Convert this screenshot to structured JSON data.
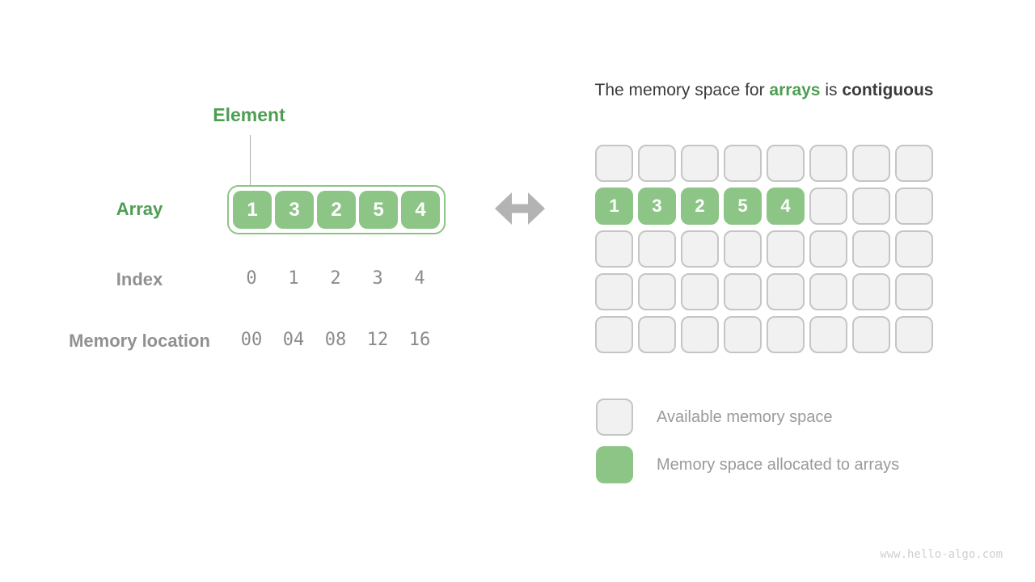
{
  "colors": {
    "green_text": "#4d9e53",
    "green_fill": "#8dc587",
    "gray_label": "#919191",
    "gray_digits": "#8b8b8b",
    "title_text": "#3b3b3b",
    "cell_fill": "#f1f1f1",
    "cell_border": "#c5c5c5",
    "arrow": "#b3b3b3",
    "watermark_text": "#cfcfcf"
  },
  "left": {
    "element_label": "Element",
    "array_label": "Array",
    "index_label": "Index",
    "memory_label": "Memory location",
    "array_values": [
      "1",
      "3",
      "2",
      "5",
      "4"
    ],
    "index_values": [
      "0",
      "1",
      "2",
      "3",
      "4"
    ],
    "memory_values": [
      "00",
      "04",
      "08",
      "12",
      "16"
    ]
  },
  "right": {
    "title": {
      "prefix": "The memory space for ",
      "highlight": "arrays",
      "middle": " is ",
      "emphasis": "contiguous"
    },
    "grid": {
      "rows": 5,
      "cols": 8,
      "allocated_row_index": 1,
      "allocated_values": [
        "1",
        "3",
        "2",
        "5",
        "4"
      ]
    },
    "legend": [
      {
        "swatch": "available",
        "label": "Available memory space"
      },
      {
        "swatch": "allocated",
        "label": "Memory space allocated to arrays"
      }
    ]
  },
  "watermark": "www.hello-algo.com"
}
